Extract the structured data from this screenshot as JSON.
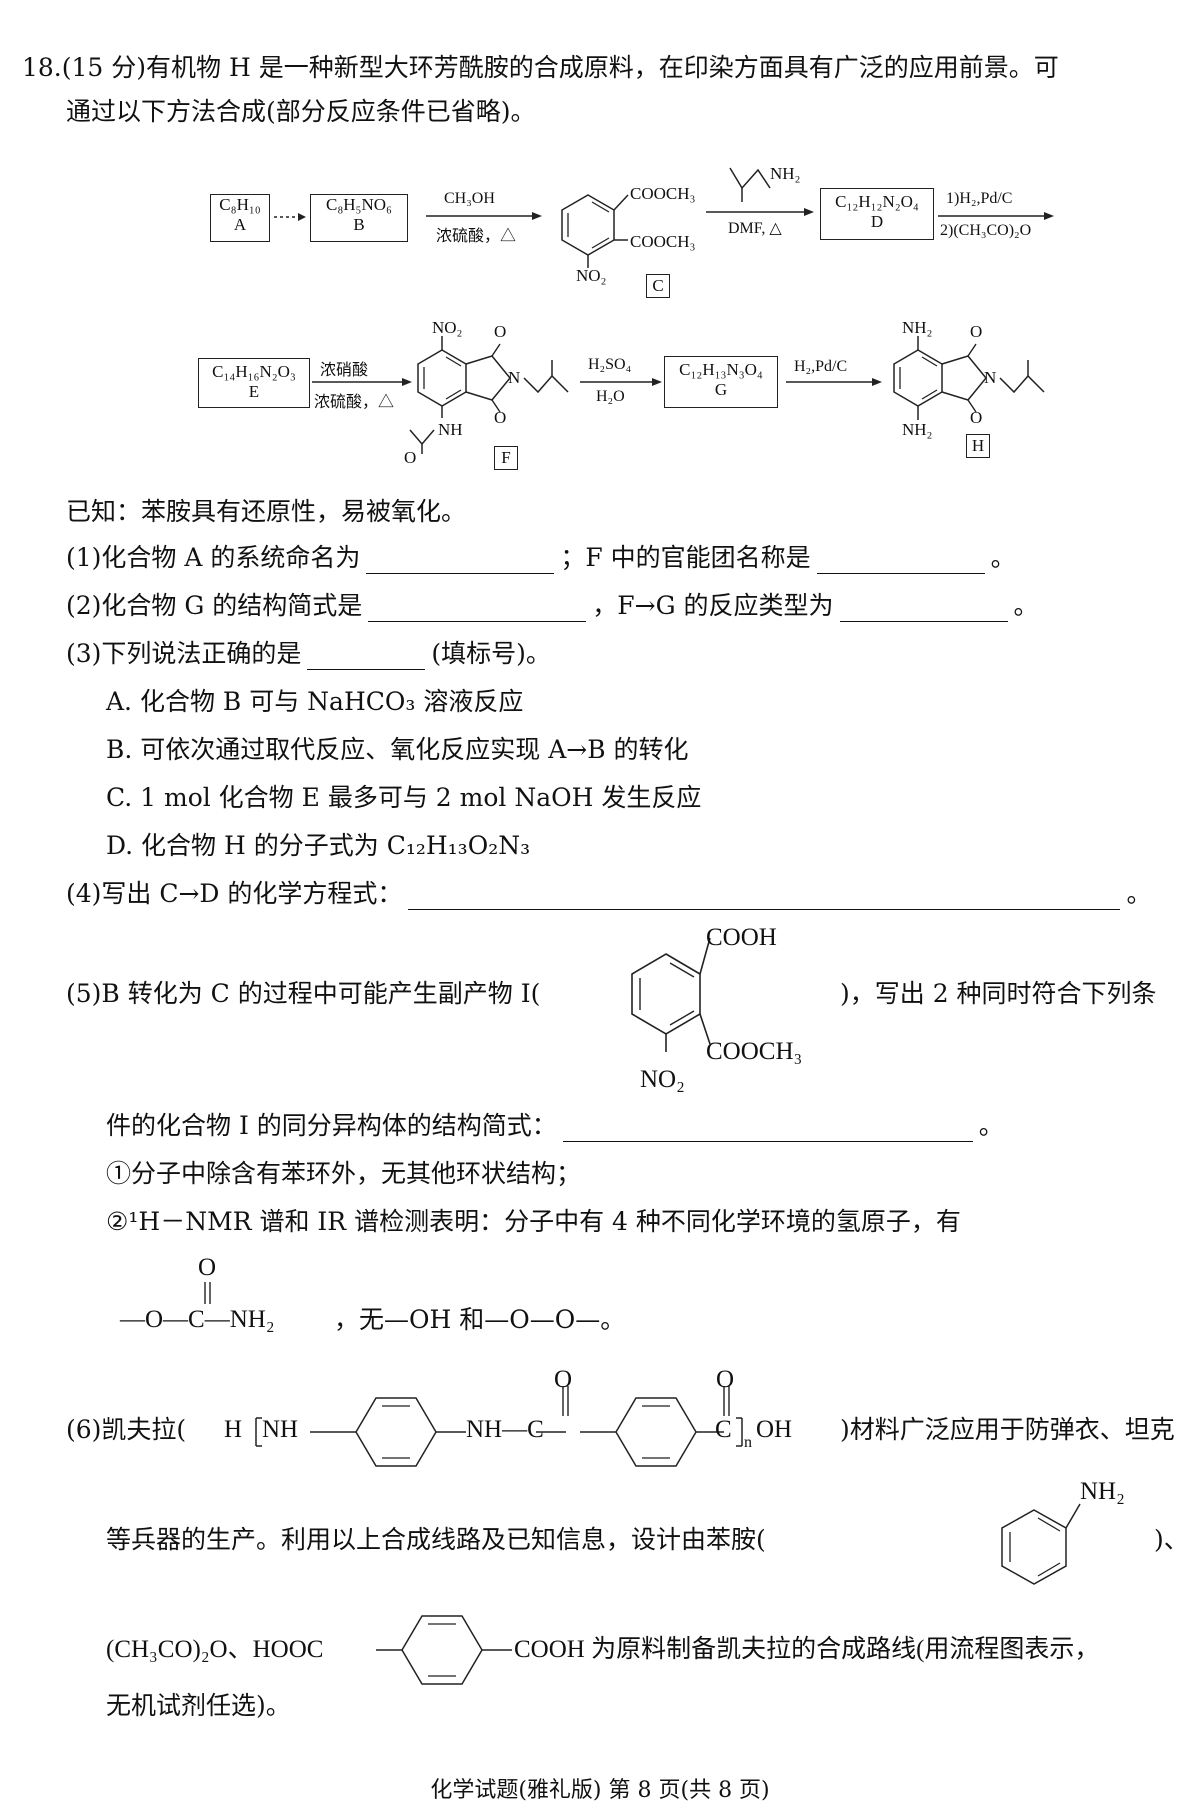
{
  "question": {
    "line1": "18.(15 分)有机物 H 是一种新型大环芳酰胺的合成原料，在印染方面具有广泛的应用前景。可",
    "line2": "通过以下方法合成(部分反应条件已省略)。"
  },
  "scheme": {
    "A_formula": "C₈H₁₀",
    "A_label": "A",
    "B_formula": "C₈H₅NO₆",
    "B_label": "B",
    "step_BC_top": "CH₃OH",
    "step_BC_bottom": "浓硫酸，△",
    "C_group1": "COOCH₃",
    "C_group2": "COOCH₃",
    "C_group3": "NO₂",
    "C_label": "C",
    "amine_group": "NH₂",
    "step_CD_bottom": "DMF, △",
    "D_formula": "C₁₂H₁₂N₂O₄",
    "D_label": "D",
    "step_DE_top": "1)H₂,Pd/C",
    "step_DE_bottom": "2)(CH₃CO)₂O",
    "E_formula": "C₁₄H₁₆N₂O₃",
    "E_label": "E",
    "step_EF_top": "浓硝酸",
    "step_EF_bottom": "浓硫酸，△",
    "F_no2": "NO₂",
    "F_nh": "NH",
    "F_o1": "O",
    "F_o2": "O",
    "F_o3": "O",
    "F_n": "N",
    "F_label": "F",
    "step_FG_top": "H₂SO₄",
    "step_FG_bottom": "H₂O",
    "G_formula": "C₁₂H₁₃N₃O₄",
    "G_label": "G",
    "step_GH_top": "H₂,Pd/C",
    "H_nh2_top": "NH₂",
    "H_nh2_bottom": "NH₂",
    "H_o1": "O",
    "H_o2": "O",
    "H_n": "N",
    "H_label": "H"
  },
  "known": "已知：苯胺具有还原性，易被氧化。",
  "q1": {
    "a": "(1)化合物 A 的系统命名为",
    "b": "；F 中的官能团名称是",
    "c": "。"
  },
  "q2": {
    "a": "(2)化合物 G 的结构简式是",
    "b": "，F→G 的反应类型为",
    "c": "。"
  },
  "q3": {
    "a": "(3)下列说法正确的是",
    "b": "(填标号)。",
    "optA": "A. 化合物 B 可与 NaHCO₃ 溶液反应",
    "optB": "B. 可依次通过取代反应、氧化反应实现 A→B 的转化",
    "optC": "C. 1 mol 化合物 E 最多可与 2 mol NaOH 发生反应",
    "optD": "D. 化合物 H 的分子式为 C₁₂H₁₃O₂N₃"
  },
  "q4": {
    "a": "(4)写出 C→D 的化学方程式：",
    "b": "。"
  },
  "q5": {
    "a": "(5)B 转化为 C 的过程中可能产生副产物 I(",
    "b": ")，写出 2 种同时符合下列条",
    "cooh": "COOH",
    "cooch3": "COOCH₃",
    "no2": "NO₂",
    "line2a": "件的化合物 I 的同分异构体的结构简式：",
    "line2b": "。",
    "cond1": "①分子中除含有苯环外，无其他环状结构；",
    "cond2": "②¹H－NMR 谱和 IR 谱检测表明：分子中有 4 种不同化学环境的氢原子，有",
    "carb_o": "O",
    "carb_text": "—O—C—NH₂",
    "carb_tail": "，无—OH 和—O—O—。"
  },
  "q6": {
    "a": "(6)凯夫拉(",
    "h": "H",
    "nh1": "NH",
    "nh2": "NH—C",
    "c2": "C",
    "n": "n",
    "oh": "OH",
    "o1": "O",
    "o2": "O",
    "b": ")材料广泛应用于防弹衣、坦克",
    "line2a": "等兵器的生产。利用以上合成线路及已知信息，设计由苯胺(",
    "aniline_nh2": "NH₂",
    "line2b": ")、",
    "line3a": "(CH₃CO)₂O、HOOC",
    "line3b": "COOH 为原料制备凯夫拉的合成路线(用流程图表示，",
    "line4": "无机试剂任选)。"
  },
  "footer": "化学试题(雅礼版)    第 8 页(共 8 页)"
}
